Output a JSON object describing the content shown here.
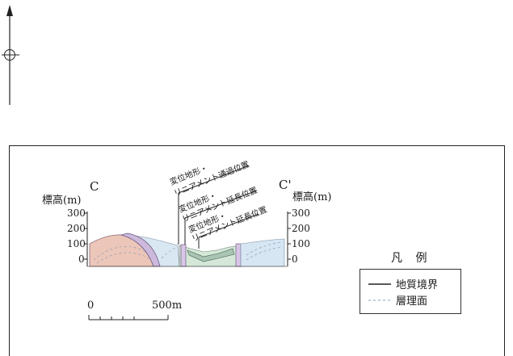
{
  "section": {
    "left_label": "C",
    "right_label": "C'",
    "elevation_label": "標高(m)",
    "elevation_ticks": [
      "300",
      "200",
      "100",
      "0"
    ]
  },
  "annotations": [
    "変位地形・",
    "リニアメント通過位置",
    "変位地形・",
    "リニアメント延長位置",
    "変位地形・",
    "リニアメント延長位置"
  ],
  "scale_bar": {
    "start": "0",
    "end": "500m"
  },
  "legend": {
    "title": "凡 例",
    "items": [
      {
        "label": "地質境界",
        "style": "solid"
      },
      {
        "label": "層理面",
        "style": "dashed"
      }
    ]
  },
  "colors": {
    "pink_unit": "#ecc6b8",
    "blue_unit": "#d6e6f3",
    "green_unit": "#cfe3c8",
    "purple_unit": "#cdb9dc"
  }
}
